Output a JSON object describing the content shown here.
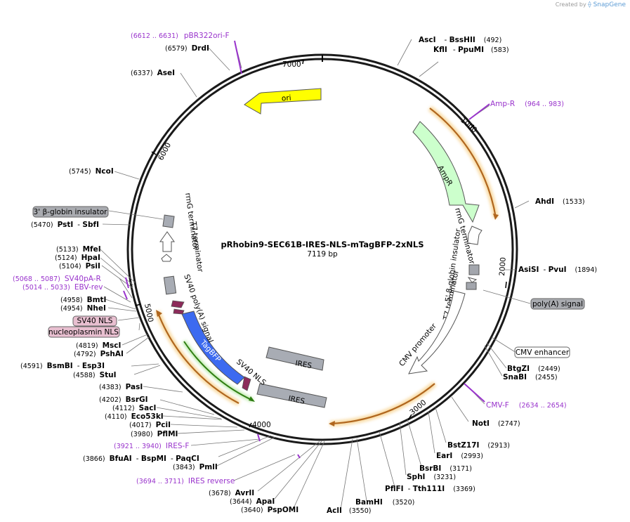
{
  "brand": {
    "created_by": "Created by",
    "app": "SnapGene"
  },
  "plasmid": {
    "name": "pRhobin9-SEC61B-IRES-NLS-mTagBFP-2xNLS",
    "size": "7119 bp"
  },
  "ticks": [
    "1000",
    "2000",
    "3000",
    "4000",
    "5000",
    "6000",
    "7000"
  ],
  "features": {
    "ori": "ori",
    "ampr": "AmpR",
    "rrng_right": "rrnG terminator",
    "globin5": "5' β-globin insulator",
    "t7_right": "T7 terminator",
    "cmv_promoter": "CMV promoter",
    "ires_top": "IRES",
    "ires_bottom": "IRES",
    "sv40nls_inner": "SV40 NLS",
    "tagbfp": "TagBFP",
    "sv40polya": "SV40 poly(A) signal",
    "t7_left": "T7 terminator",
    "rrng_left": "rrnG terminator"
  },
  "boxed": {
    "globin3": "3' β-globin insulator",
    "polya": "poly(A) signal",
    "cmv_enhancer": "CMV enhancer",
    "sv40nls": "SV40 NLS",
    "nucleoplasmin": "nucleoplasmin NLS"
  },
  "primers": [
    {
      "range": "(6612 .. 6631)",
      "name": "pBR322ori-F"
    },
    {
      "name": "Amp-R",
      "range": "(964 .. 983)"
    },
    {
      "name": "CMV-F",
      "range": "(2634 .. 2654)"
    },
    {
      "range": "(5068 .. 5087)",
      "name": "SV40pA-R"
    },
    {
      "range": "(5014 .. 5033)",
      "name": "EBV-rev"
    },
    {
      "range": "(3921 .. 3940)",
      "name": "IRES-F"
    },
    {
      "range": "(3694 .. 3711)",
      "name": "IRES reverse"
    }
  ],
  "sites": {
    "ascI": {
      "name": "AscI",
      "name2": "BssHII",
      "pos": "(492)"
    },
    "kflI": {
      "name": "KflI",
      "name2": "PpuMI",
      "pos": "(583)"
    },
    "ahdI": {
      "name": "AhdI",
      "pos": "(1533)"
    },
    "asiSI": {
      "name": "AsiSI",
      "name2": "PvuI",
      "pos": "(1894)"
    },
    "btgZI": {
      "name": "BtgZI",
      "pos": "(2449)"
    },
    "snaBI": {
      "name": "SnaBI",
      "pos": "(2455)"
    },
    "notI": {
      "name": "NotI",
      "pos": "(2747)"
    },
    "bstZ17I": {
      "name": "BstZ17I",
      "pos": "(2913)"
    },
    "earI": {
      "name": "EarI",
      "pos": "(2993)"
    },
    "bsrBI": {
      "name": "BsrBI",
      "pos": "(3171)"
    },
    "sphI": {
      "name": "SphI",
      "pos": "(3231)"
    },
    "pflFI": {
      "name": "PflFI",
      "name2": "Tth111I",
      "pos": "(3369)"
    },
    "bamHI": {
      "name": "BamHI",
      "pos": "(3520)"
    },
    "aclI": {
      "name": "AclI",
      "pos": "(3550)"
    },
    "pspOMI": {
      "name": "PspOMI",
      "pos": "(3640)"
    },
    "apaI": {
      "name": "ApaI",
      "pos": "(3644)"
    },
    "avrII": {
      "name": "AvrII",
      "pos": "(3678)"
    },
    "pmlI": {
      "name": "PmlI",
      "pos": "(3843)"
    },
    "bfuAI": {
      "pos": "(3866)",
      "name": "BfuAI",
      "name2": "BspMI",
      "name3": "PaqCI"
    },
    "pflMI": {
      "name": "PflMI",
      "pos": "(3980)"
    },
    "pciI": {
      "name": "PciI",
      "pos": "(4017)"
    },
    "eco53kI": {
      "name": "Eco53kI",
      "pos": "(4110)"
    },
    "sacI": {
      "name": "SacI",
      "pos": "(4112)"
    },
    "bsrGI": {
      "name": "BsrGI",
      "pos": "(4202)"
    },
    "pasI": {
      "name": "PasI",
      "pos": "(4383)"
    },
    "stuI": {
      "name": "StuI",
      "pos": "(4588)"
    },
    "bsmBI": {
      "pos": "(4591)",
      "name": "BsmBI",
      "name2": "Esp3I"
    },
    "pshAI": {
      "name": "PshAI",
      "pos": "(4792)"
    },
    "mscI": {
      "name": "MscI",
      "pos": "(4819)"
    },
    "nheI": {
      "name": "NheI",
      "pos": "(4954)"
    },
    "bmtI": {
      "name": "BmtI",
      "pos": "(4958)"
    },
    "psiI": {
      "name": "PsiI",
      "pos": "(5104)"
    },
    "hpaI": {
      "name": "HpaI",
      "pos": "(5124)"
    },
    "mfeI": {
      "name": "MfeI",
      "pos": "(5133)"
    },
    "pstI": {
      "pos": "(5470)",
      "name": "PstI",
      "name2": "SbfI"
    },
    "ncoI": {
      "name": "NcoI",
      "pos": "(5745)"
    },
    "aseI": {
      "name": "AseI",
      "pos": "(6337)"
    },
    "drdI": {
      "name": "DrdI",
      "pos": "(6579)"
    }
  },
  "colors": {
    "ori": "#ffff00",
    "ampr": "#ccffcc",
    "tagbfp": "#3c6af0",
    "ires": "#a8acb4",
    "nls": "#8c2b5a",
    "primer": "#9933cc",
    "orange_arc": "#e09a2c",
    "green_arc": "#44a817"
  }
}
